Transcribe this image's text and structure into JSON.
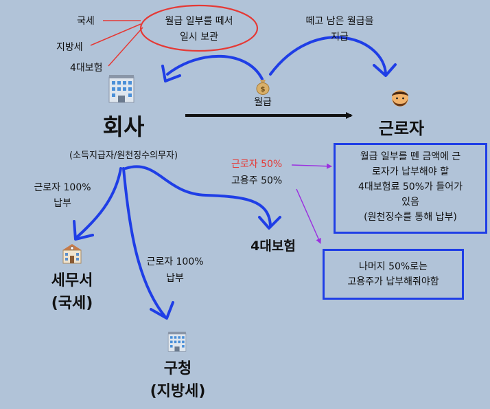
{
  "tax_labels": [
    "국세",
    "지방세",
    "4대보험"
  ],
  "ellipse_lines": [
    "월급 일부를 떼서",
    "일시 보관"
  ],
  "top_right_lines": [
    "떼고 남은 월급을",
    "지급"
  ],
  "wage": {
    "label": "월급",
    "icon": "money-bag-icon"
  },
  "company": {
    "title": "회사",
    "subtitle": "(소득지급자/원천징수의무자)",
    "icon": "office-building-icon"
  },
  "worker": {
    "title": "근로자",
    "icon": "worker-face-icon"
  },
  "ratio": {
    "worker_label": "근로자 50%",
    "employer_label": "고용주 50%"
  },
  "info_box_1": [
    "월급 일부를 뗀 금액에 근",
    "로자가 납부해야 할",
    "4대보험료 50%가 들어가",
    "있음",
    "(원천징수를  통해 납부)"
  ],
  "info_box_2": [
    "나머지 50%로는",
    "고용주가 납부해줘야함"
  ],
  "tax_office": {
    "lines": [
      "세무서",
      "(국세)"
    ],
    "payment_lines": [
      "근로자 100%",
      "납부"
    ],
    "icon": "school-building-icon"
  },
  "district_office": {
    "lines": [
      "구청",
      "(지방세)"
    ],
    "payment_lines": [
      "근로자 100%",
      "납부"
    ],
    "icon": "office-building-icon"
  },
  "insurance": {
    "label": "4대보험"
  },
  "colors": {
    "background": "#b1c3d8",
    "arrow_blue": "#1f3ee6",
    "annotation_red": "#e53935",
    "pointer_purple": "#9b30e0",
    "main_arrow": "#111111"
  }
}
